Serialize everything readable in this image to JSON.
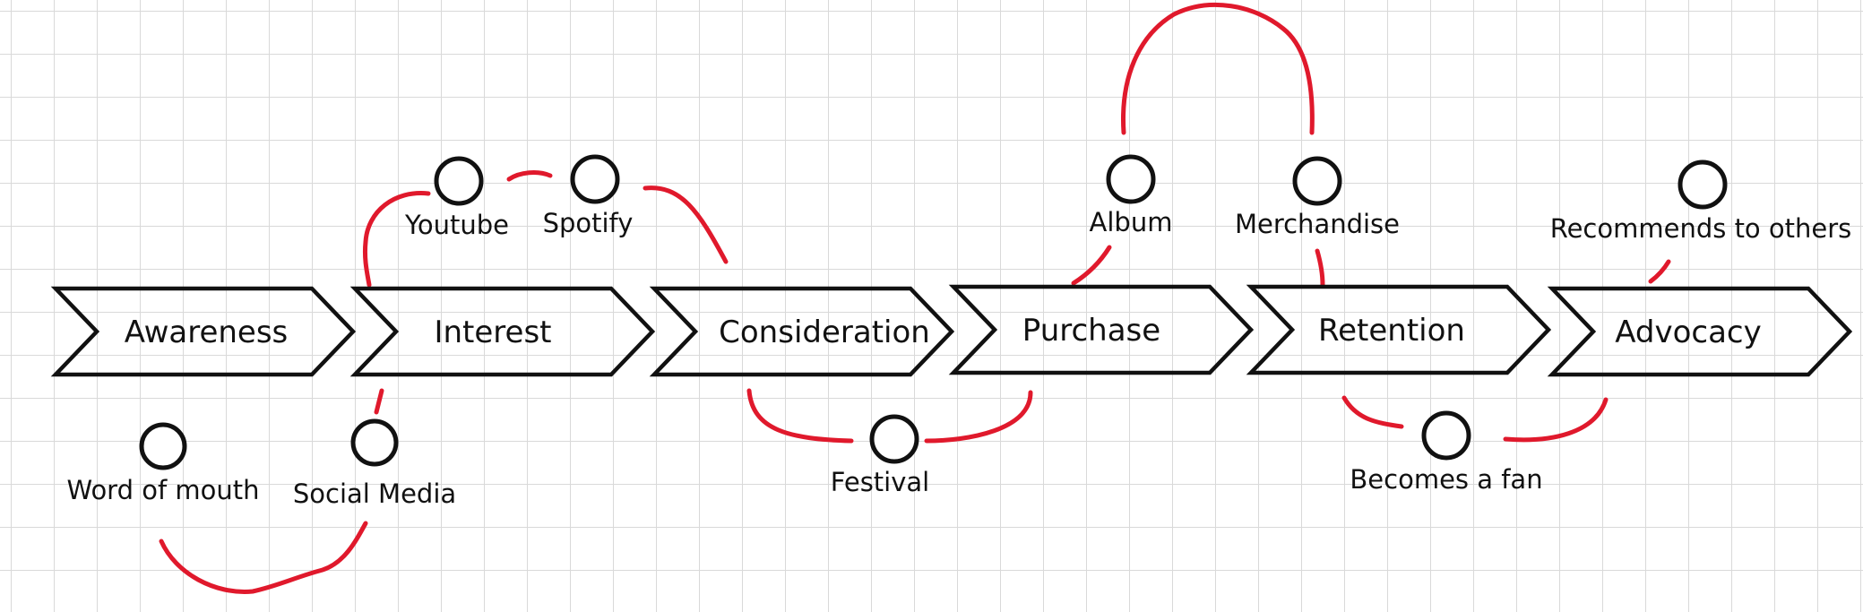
{
  "colors": {
    "ink": "#111111",
    "link": "#e0192c",
    "grid": "#d9d9d9"
  },
  "stages": [
    {
      "label": "Awareness"
    },
    {
      "label": "Interest"
    },
    {
      "label": "Consideration"
    },
    {
      "label": "Purchase"
    },
    {
      "label": "Retention"
    },
    {
      "label": "Advocacy"
    }
  ],
  "touchpoints": {
    "word_of_mouth": "Word of mouth",
    "social_media": "Social Media",
    "youtube": "Youtube",
    "spotify": "Spotify",
    "festival": "Festival",
    "album": "Album",
    "merchandise": "Merchandise",
    "becomes_a_fan": "Becomes a fan",
    "recommends_to_others": "Recommends to others"
  }
}
